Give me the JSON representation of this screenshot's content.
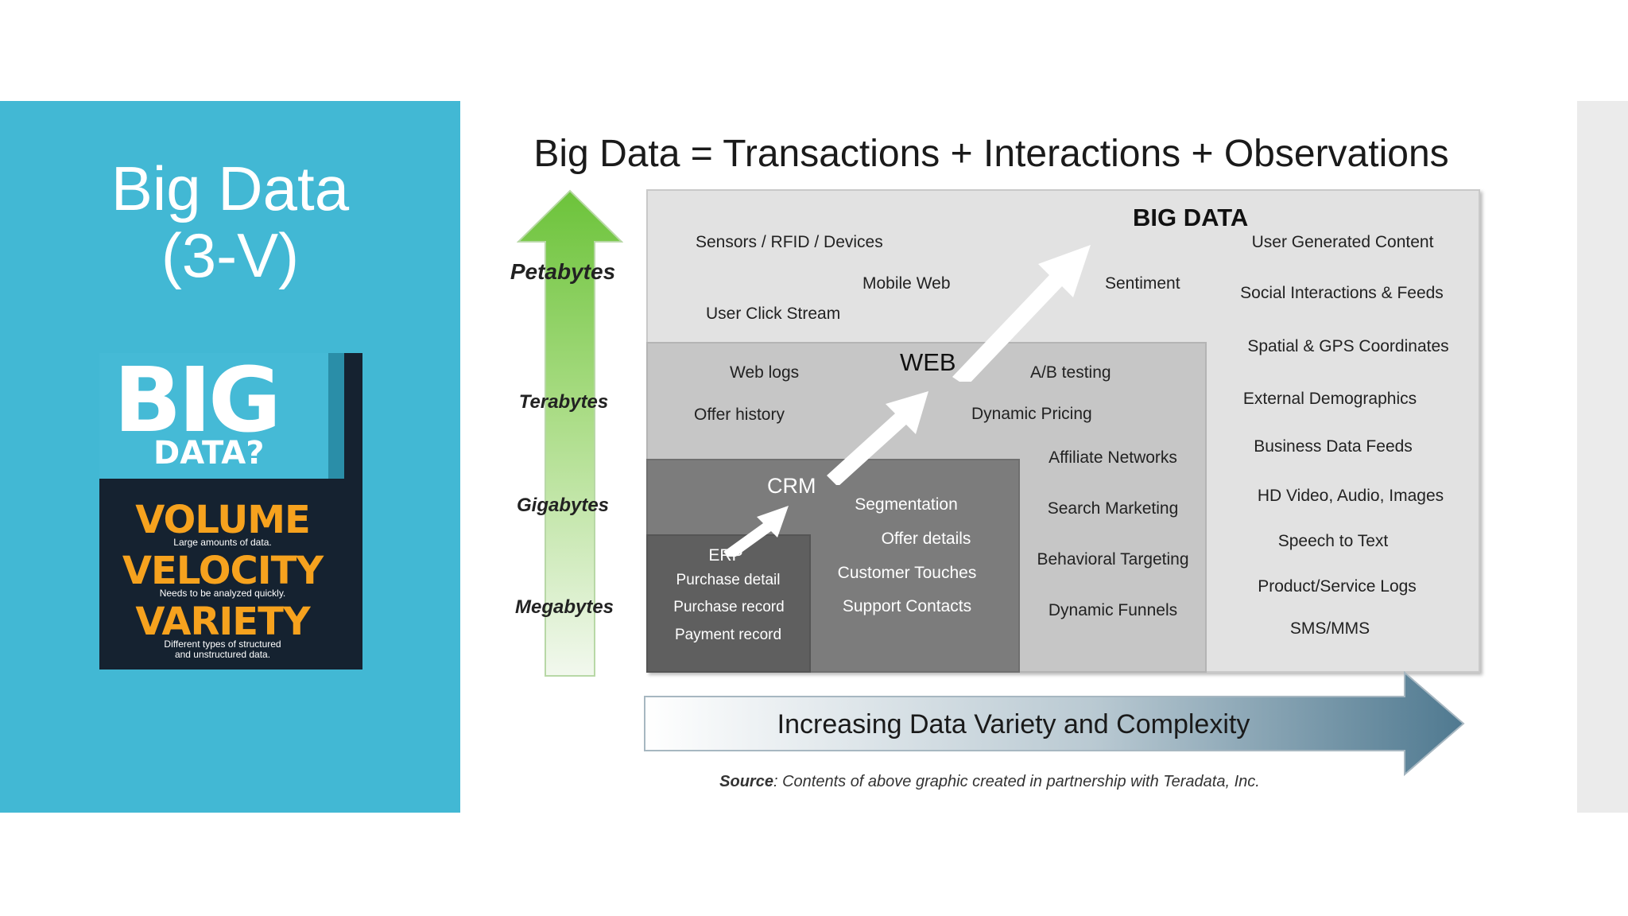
{
  "slide": {
    "title_line1": "Big Data",
    "title_line2": "(3-V)"
  },
  "book": {
    "big": "BIG",
    "data": "DATA?",
    "words": [
      {
        "word": "VOLUME",
        "sub": "Large amounts of data."
      },
      {
        "word": "VELOCITY",
        "sub": "Needs to be analyzed quickly."
      },
      {
        "word": "VARIETY",
        "sub": "Different types of structured and unstructured data."
      }
    ]
  },
  "diagram": {
    "title": "Big Data = Transactions + Interactions + Observations",
    "volume_scale": [
      "Petabytes",
      "Terabytes",
      "Gigabytes",
      "Megabytes"
    ],
    "big_data": {
      "header": "BIG DATA",
      "items_left": [
        "Sensors / RFID / Devices",
        "Mobile Web",
        "User Click Stream",
        "Sentiment"
      ],
      "items_right": [
        "User Generated Content",
        "Social Interactions & Feeds",
        "Spatial & GPS Coordinates",
        "External Demographics",
        "Business Data Feeds",
        "HD Video, Audio, Images",
        "Speech to Text",
        "Product/Service Logs",
        "SMS/MMS"
      ]
    },
    "web": {
      "header": "WEB",
      "items": [
        "Web logs",
        "A/B testing",
        "Offer history",
        "Dynamic Pricing",
        "Affiliate Networks",
        "Search Marketing",
        "Behavioral Targeting",
        "Dynamic Funnels"
      ]
    },
    "crm": {
      "header": "CRM",
      "items": [
        "Segmentation",
        "Offer details",
        "Customer Touches",
        "Support Contacts"
      ]
    },
    "erp": {
      "header": "ERP",
      "items": [
        "Purchase detail",
        "Purchase record",
        "Payment record"
      ]
    },
    "variety_label": "Increasing Data Variety and Complexity",
    "source_label": "Source",
    "source_text": ": Contents of above graphic created in partnership with Teradata, Inc."
  },
  "colors": {
    "panel": "#42b8d4",
    "book_orange": "#f6a21e",
    "volume_arrow_green": "#7ac943",
    "variety_arrow_blue": "#5a8197"
  }
}
